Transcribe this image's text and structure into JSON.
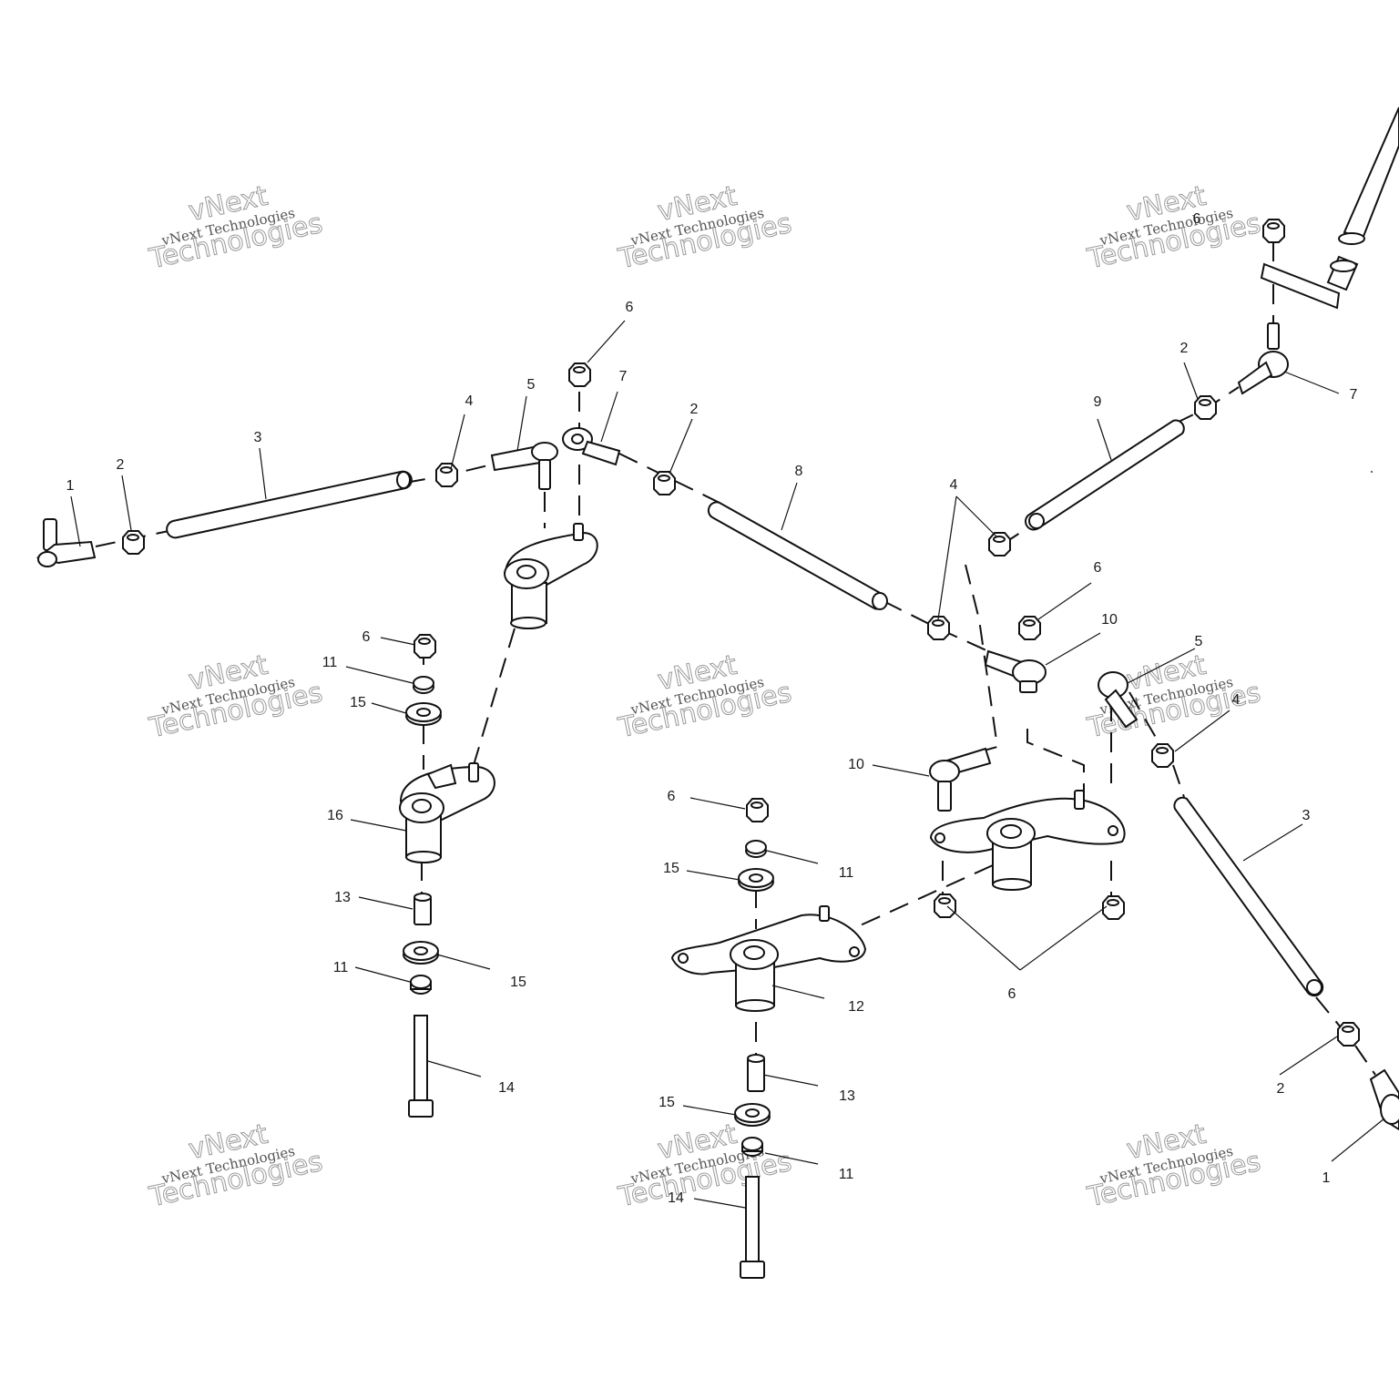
{
  "watermark": {
    "line1": "vNext",
    "line2": "vNext Technologies",
    "line3": "Technologies"
  },
  "callouts": [
    "1",
    "2",
    "3",
    "4",
    "5",
    "6",
    "7",
    "8",
    "9",
    "10",
    "11",
    "12",
    "13",
    "14",
    "15",
    "16"
  ],
  "colors": {
    "ink": "#111111",
    "background": "#ffffff",
    "watermark": "#9a9a9a"
  }
}
